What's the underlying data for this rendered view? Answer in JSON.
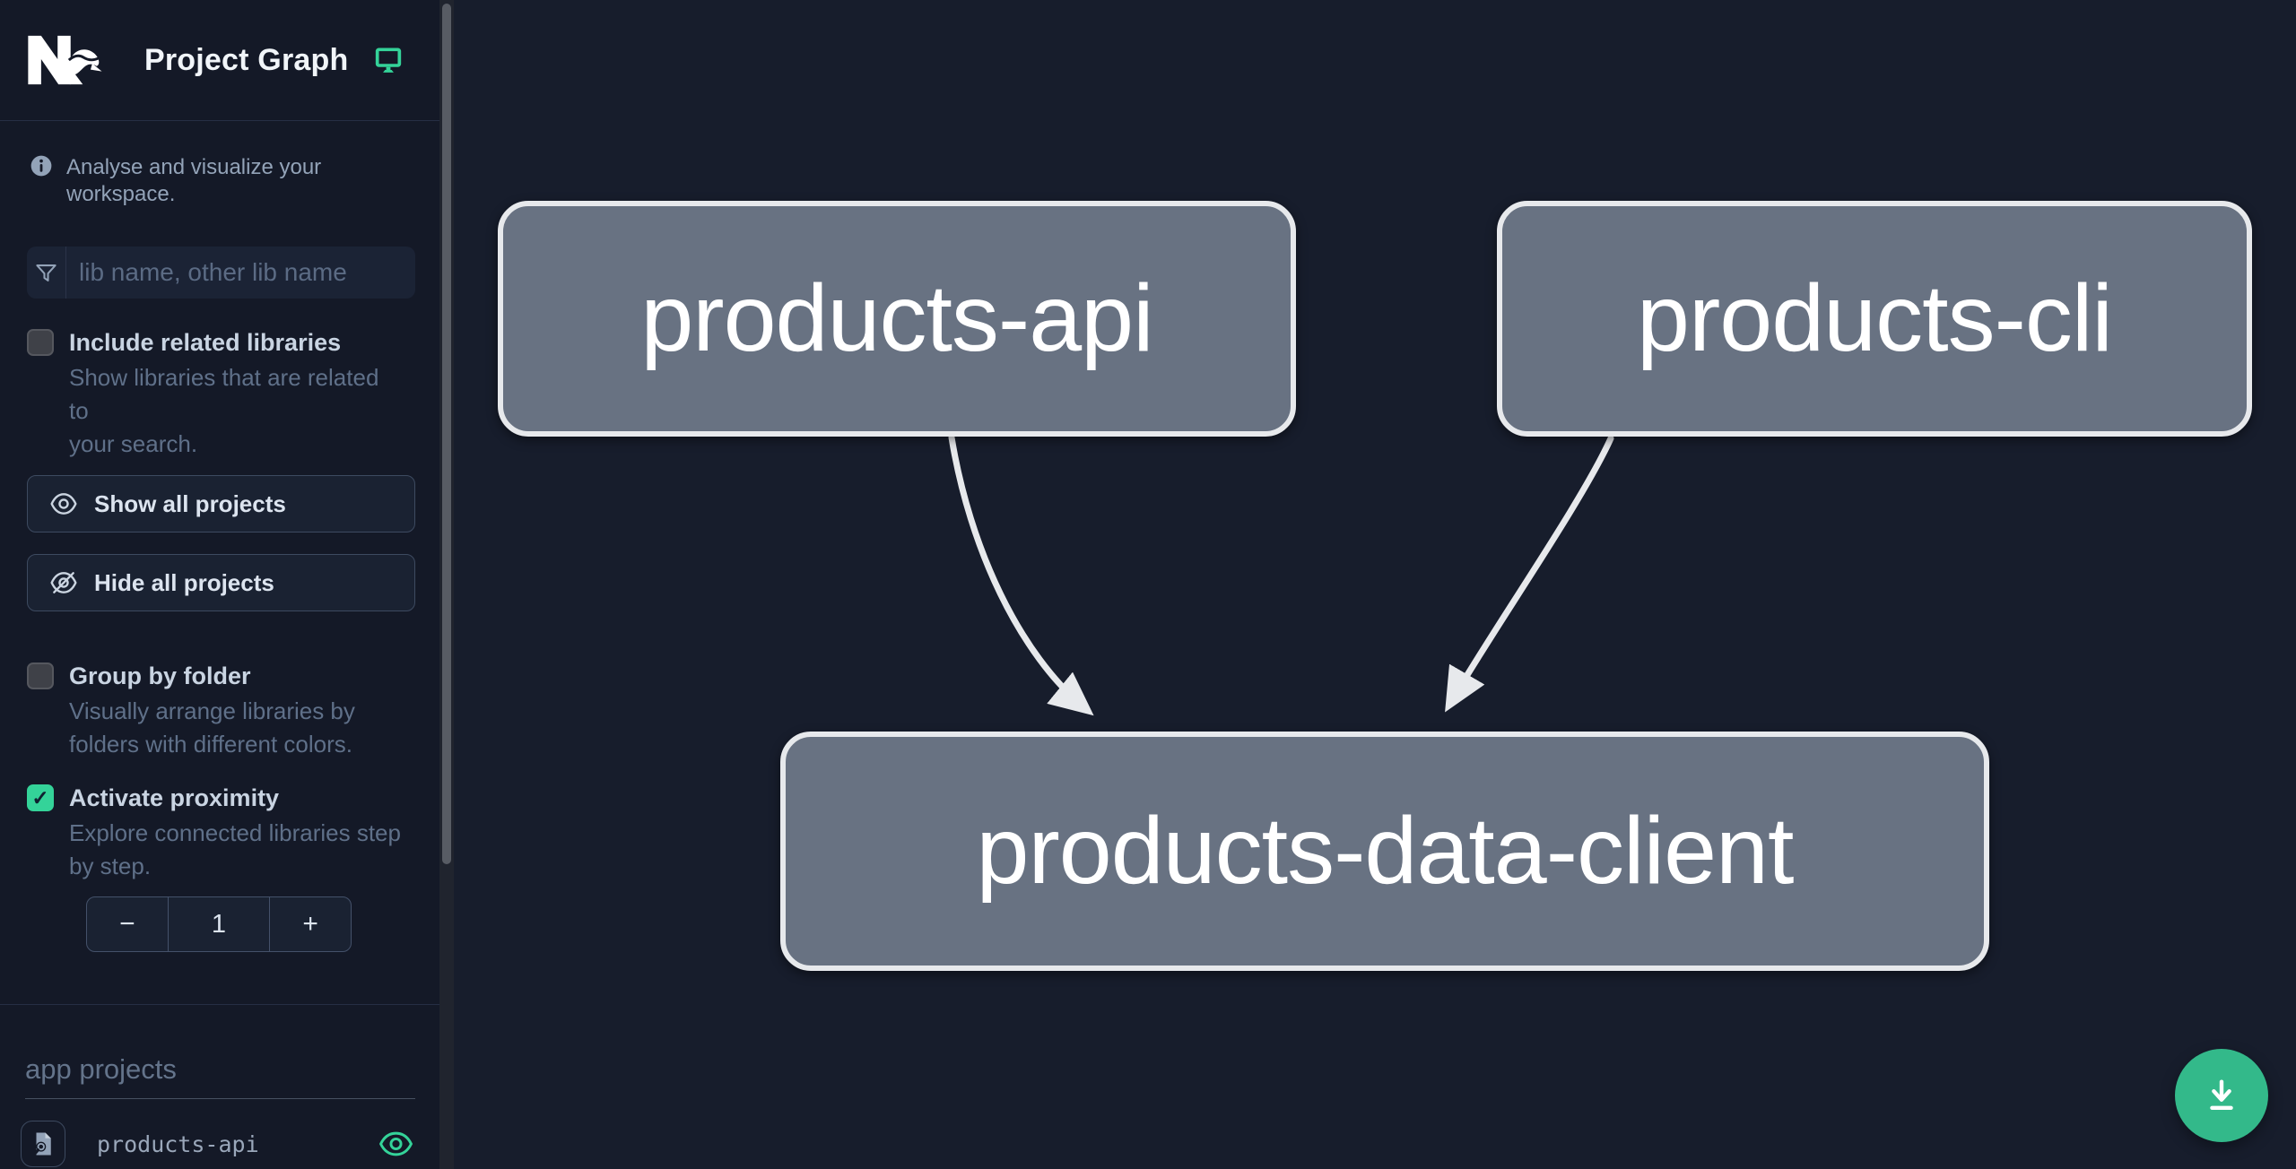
{
  "app": {
    "title": "Project Graph"
  },
  "sidebar": {
    "tagline": "Analyse and visualize your workspace.",
    "search_placeholder": "lib name, other lib name",
    "include_related": {
      "label": "Include related libraries",
      "description": "Show libraries that are related to\nyour search.",
      "checked": false
    },
    "show_all_label": "Show all projects",
    "hide_all_label": "Hide all projects",
    "group_by_folder": {
      "label": "Group by folder",
      "description": "Visually arrange libraries by\nfolders with different colors.",
      "checked": false
    },
    "activate_proximity": {
      "label": "Activate proximity",
      "description": "Explore connected libraries step\nby step.",
      "checked": true
    },
    "proximity_stepper": {
      "decrement_label": "−",
      "value": "1",
      "increment_label": "+"
    },
    "projects_section": {
      "title": "app projects",
      "items": [
        {
          "name": "products-api"
        }
      ]
    },
    "check_glyph": "✓"
  },
  "graph": {
    "nodes": [
      {
        "id": "products-api",
        "label": "products-api"
      },
      {
        "id": "products-cli",
        "label": "products-cli"
      },
      {
        "id": "products-data-client",
        "label": "products-data-client"
      }
    ],
    "edges": [
      {
        "source": "products-api",
        "target": "products-data-client"
      },
      {
        "source": "products-cli",
        "target": "products-data-client"
      }
    ]
  },
  "colors": {
    "accent_green": "#34d399",
    "fab_green": "#33b98a",
    "node_fill": "#687282",
    "node_border": "#e7e9ec",
    "edge": "#e7e9ec",
    "sidebar_bg": "#141927",
    "canvas_bg": "#171d2c"
  }
}
